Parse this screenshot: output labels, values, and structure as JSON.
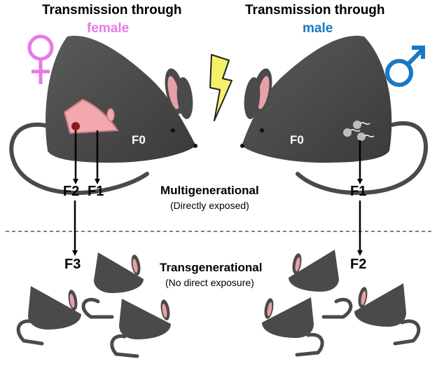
{
  "left": {
    "heading": "Transmission through",
    "sex_label": "female",
    "sex_color": "#e879e8",
    "symbol_icon": "venus-symbol-icon"
  },
  "right": {
    "heading": "Transmission through",
    "sex_label": "male",
    "sex_color": "#1a78c2",
    "symbol_icon": "mars-symbol-icon"
  },
  "parent_label": "F0",
  "generations": {
    "female_f1": "F1",
    "female_f2": "F2",
    "female_f3": "F3",
    "male_f1": "F1",
    "male_f2": "F2"
  },
  "multigenerational": {
    "title": "Multigenerational",
    "note": "(Directly exposed)"
  },
  "transgenerational": {
    "title": "Transgenerational",
    "note": "(No direct exposure)"
  },
  "colors": {
    "mouse_body": "#4a4a4a",
    "ear_inner": "#e7a0a7",
    "fetus": "#f2a8ad",
    "lightning": "#f5f06a",
    "sperm": "#bdbdbd"
  }
}
